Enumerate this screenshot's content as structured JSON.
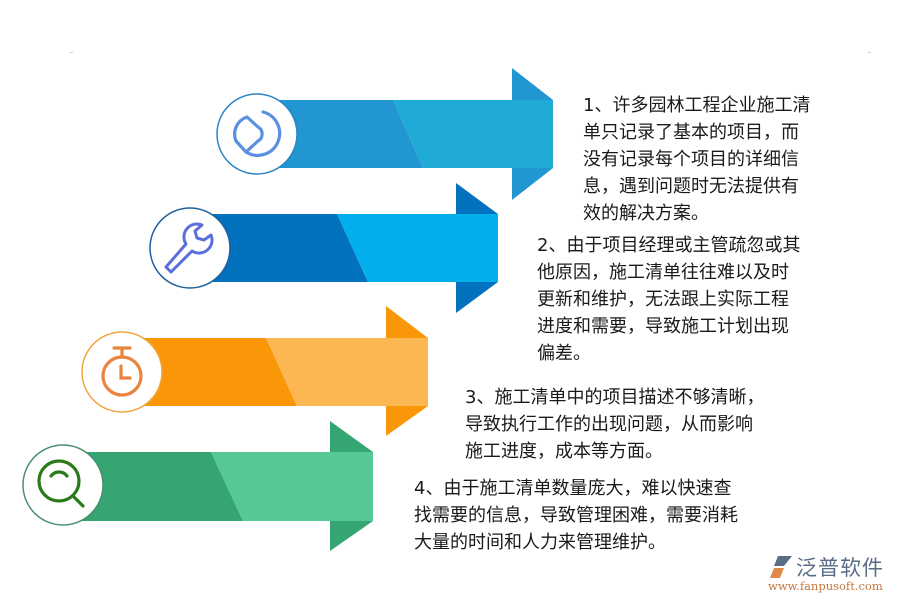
{
  "diagram": {
    "type": "numbered-arrow-list",
    "items": [
      {
        "number": 1,
        "icon": "pie-chart-icon",
        "text": "1、许多园林工程企业施工清单只记录了基本的项目，而没有记录每个项目的详细信息，遇到问题时无法提供有效的解决方案。",
        "lines": [
          "1、许多园林工程企业施工清",
          "单只记录了基本的项目，而",
          "没有记录每个项目的详细信",
          "息，遇到问题时无法提供有",
          "效的解决方案。"
        ],
        "colors": {
          "dark": "#2196d0",
          "light": "#20aad6",
          "icon": "#5b8fe0",
          "ring": "#2b86c4"
        }
      },
      {
        "number": 2,
        "icon": "wrench-icon",
        "text": "2、由于项目经理或主管疏忽或其他原因，施工清单往往难以及时更新和维护，无法跟上实际工程进度和需要，导致施工计划出现偏差。",
        "lines": [
          "2、由于项目经理或主管疏忽或其",
          "他原因，施工清单往往难以及时",
          "更新和维护，无法跟上实际工程",
          "进度和需要，导致施工计划出现",
          "偏差。"
        ],
        "colors": {
          "dark": "#0272bf",
          "light": "#02afec",
          "icon": "#5b6fdc",
          "ring": "#1f5f9a"
        }
      },
      {
        "number": 3,
        "icon": "stopwatch-icon",
        "text": "3、施工清单中的项目描述不够清晰，导致执行工作的出现问题，从而影响施工进度，成本等方面。",
        "lines": [
          "3、施工清单中的项目描述不够清晰，",
          "导致执行工作的出现问题，从而影响",
          "施工进度，成本等方面。"
        ],
        "colors": {
          "dark": "#fa9708",
          "light": "#fdb752",
          "icon": "#e8843e",
          "ring": "#f0a640"
        }
      },
      {
        "number": 4,
        "icon": "search-icon",
        "text": "4、由于施工清单数量庞大，难以快速查找需要的信息，导致管理困难，需要消耗大量的时间和人力来管理维护。",
        "lines": [
          "4、由于施工清单数量庞大，难以快速查",
          "找需要的信息，导致管理困难，需要消耗",
          "大量的时间和人力来管理维护。"
        ],
        "colors": {
          "dark": "#35a572",
          "light": "#55c893",
          "icon": "#2a7a1a",
          "ring": "#4a8f70"
        }
      }
    ]
  },
  "watermark": {
    "name": "泛普软件",
    "url": "www.fanpusoft.com"
  }
}
